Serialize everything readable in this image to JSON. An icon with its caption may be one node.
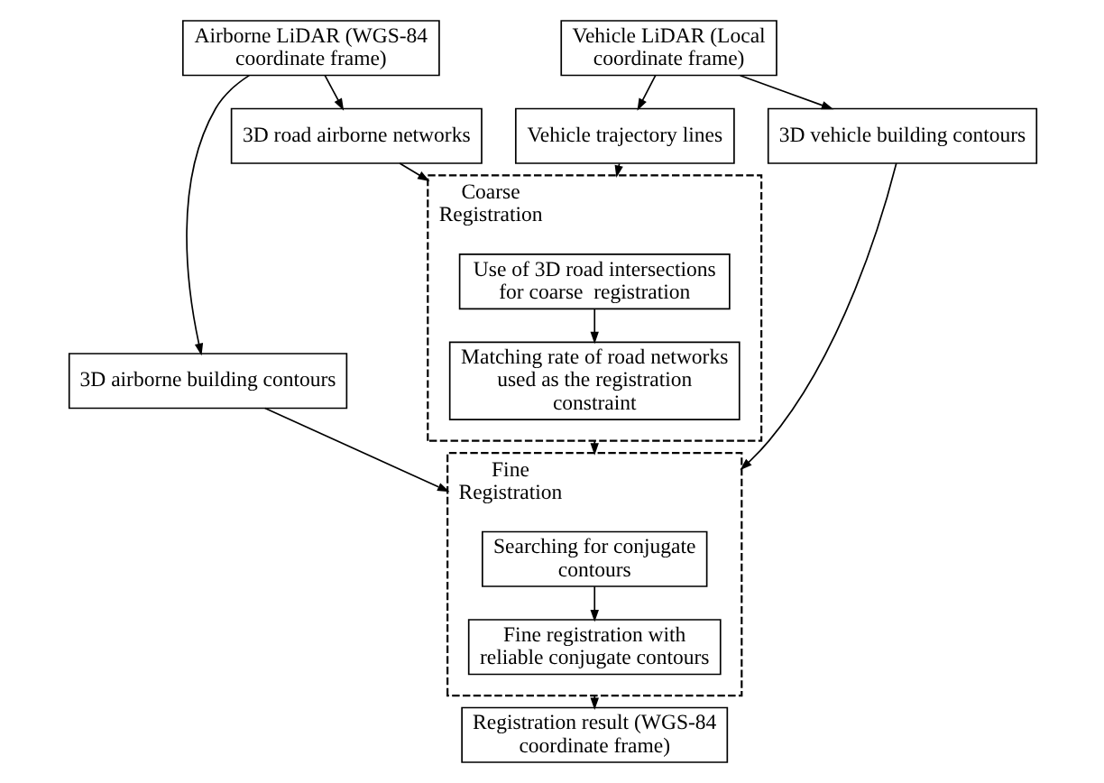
{
  "diagram": {
    "nodes": [
      {
        "text": [
          "Airborne LiDAR (WGS-84 coordinate frame)"
        ]
      },
      {
        "text": [
          "Vehicle LiDAR (Local coordinate frame)"
        ]
      },
      {
        "text": [
          "3D road airborne networks"
        ]
      },
      {
        "text": [
          "Vehicle trajectory lines"
        ]
      },
      {
        "text": [
          "3D airborne building contours"
        ]
      },
      {
        "text": [
          "Coarse Registration"
        ]
      },
      {
        "text": [
          "Use of 3D road intersections  for coarse  registration"
        ],
        "in": 5
      },
      {
        "text": [
          "Matching rate of road networks used as the registration constraint"
        ],
        "in": 5
      },
      {
        "text": [
          "3D vehicle building contours"
        ]
      },
      {
        "text": [
          "Fine Registration"
        ]
      },
      {
        "text": [
          "Searching for conjugate contours"
        ],
        "in": 9
      },
      {
        "text": [
          "Fine registration with reliable conjugate contours"
        ],
        "in": 9
      },
      {
        "text": [
          "Registration result (WGS-84 coordinate frame)"
        ]
      }
    ],
    "edges": [
      {
        "from": 0,
        "to": 4,
        "arrow": "to"
      },
      {
        "from": 0,
        "to": 2,
        "arrow": "to"
      },
      {
        "from": 1,
        "to": 3,
        "arrow": "to"
      },
      {
        "from": 1,
        "to": 8,
        "arrow": "to"
      },
      {
        "from": 2,
        "to": 5,
        "arrow": "to"
      },
      {
        "from": 3,
        "to": 5,
        "arrow": "to"
      },
      {
        "from": 6,
        "to": 7,
        "arrow": "to"
      },
      {
        "from": 4,
        "to": 9,
        "arrow": "to"
      },
      {
        "from": 5,
        "to": 9,
        "arrow": "to"
      },
      {
        "from": 8,
        "to": 9,
        "arrow": "to"
      },
      {
        "from": 10,
        "to": 11,
        "arrow": "to"
      },
      {
        "from": 9,
        "to": 12,
        "arrow": "to"
      }
    ]
  }
}
